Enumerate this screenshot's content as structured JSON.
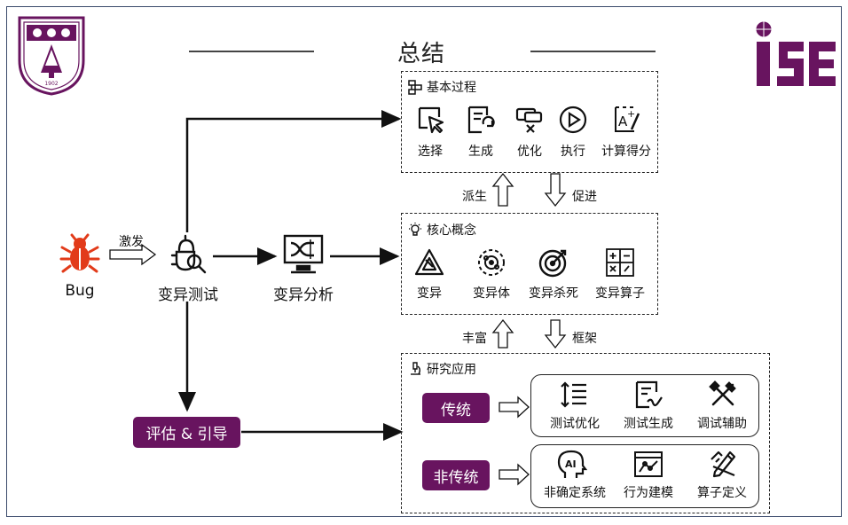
{
  "title": "总结",
  "logo_right_text": "ISE",
  "left": {
    "bug_label": "Bug",
    "trigger_label": "激发",
    "mutation_testing_label": "变异测试",
    "mutation_analysis_label": "变异分析",
    "evaluate_label": "评估 & 引导"
  },
  "basic_process": {
    "title": "基本过程",
    "items": [
      "选择",
      "生成",
      "优化",
      "执行",
      "计算得分"
    ]
  },
  "between1": {
    "up_label": "派生",
    "down_label": "促进"
  },
  "core_concepts": {
    "title": "核心概念",
    "items": [
      "变异",
      "变异体",
      "变异杀死",
      "变异算子"
    ]
  },
  "between2": {
    "up_label": "丰富",
    "down_label": "框架"
  },
  "research": {
    "title": "研究应用",
    "traditional_label": "传统",
    "traditional_items": [
      "测试优化",
      "测试生成",
      "调试辅助"
    ],
    "nontraditional_label": "非传统",
    "nontraditional_items": [
      "非确定系统",
      "行为建模",
      "算子定义"
    ]
  },
  "colors": {
    "purple": "#68145f",
    "bug_red": "#e23b1a"
  }
}
